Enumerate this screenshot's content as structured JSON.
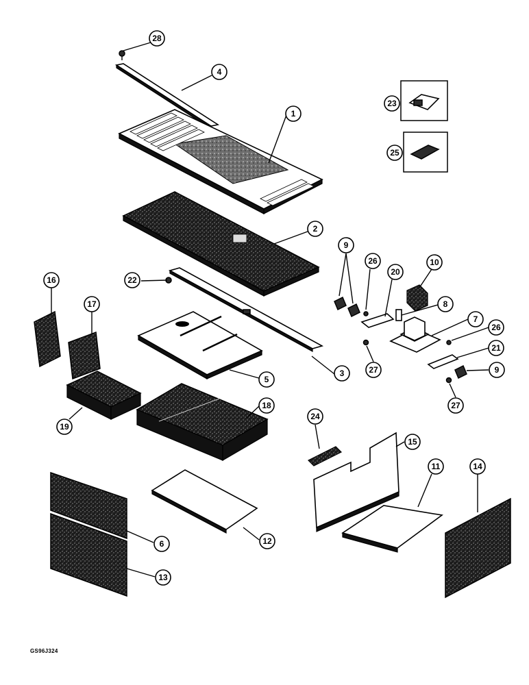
{
  "callouts": {
    "c1": "1",
    "c2": "2",
    "c3": "3",
    "c4": "4",
    "c5": "5",
    "c6": "6",
    "c7": "7",
    "c8": "8",
    "c9a": "9",
    "c9b": "9",
    "c10": "10",
    "c11": "11",
    "c12": "12",
    "c13": "13",
    "c14": "14",
    "c15": "15",
    "c16": "16",
    "c17": "17",
    "c18": "18",
    "c19": "19",
    "c20": "20",
    "c21": "21",
    "c22": "22",
    "c23": "23",
    "c24": "24",
    "c25": "25",
    "c26a": "26",
    "c26b": "26",
    "c27a": "27",
    "c27b": "27",
    "c28": "28"
  },
  "figure_code": "GS96J324"
}
